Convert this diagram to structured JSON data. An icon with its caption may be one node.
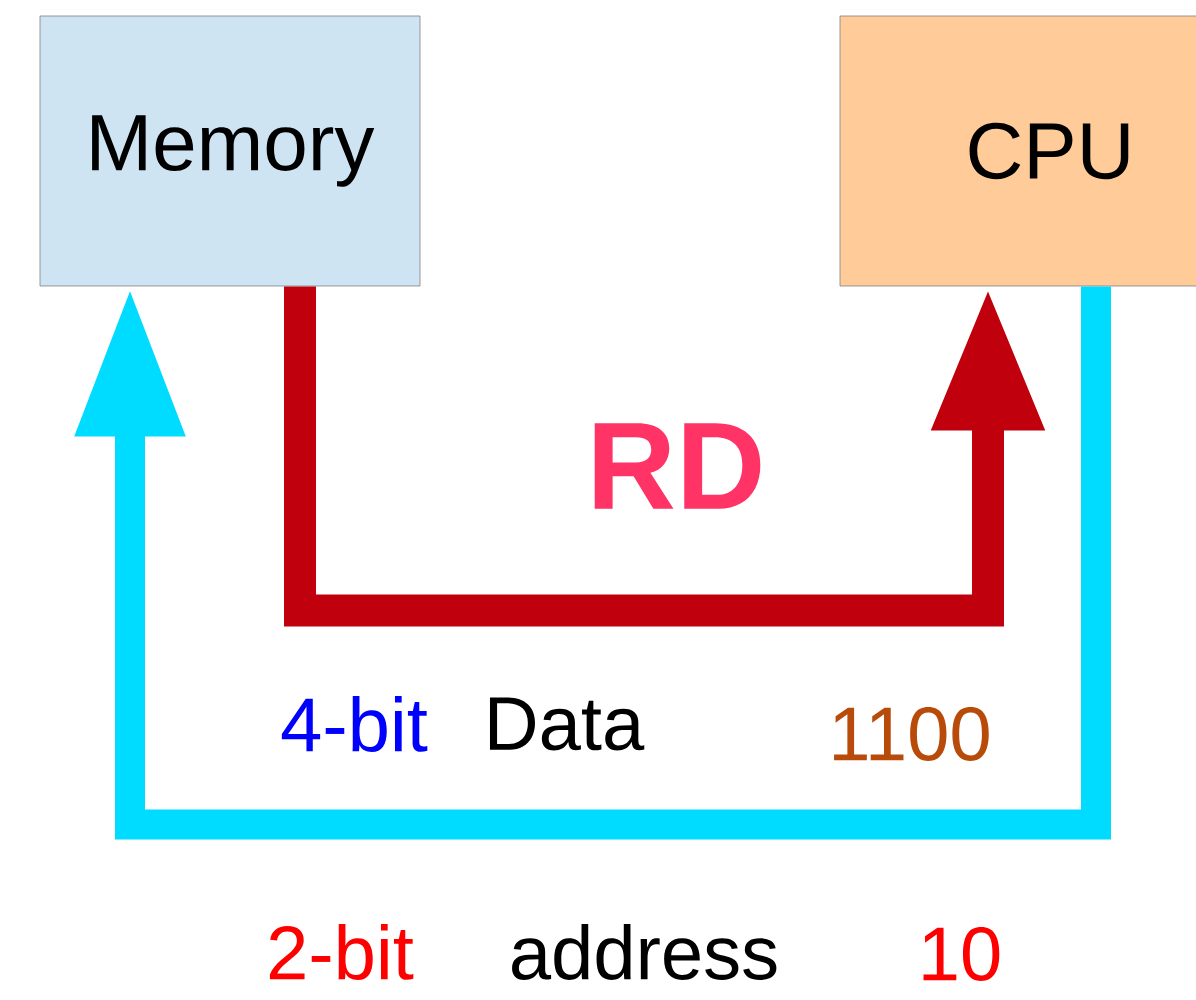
{
  "diagram": {
    "nodes": [
      {
        "text": [
          "Memory"
        ]
      },
      {
        "text": [
          "CPU"
        ]
      }
    ],
    "edges": [
      {
        "from": 0,
        "to": 1,
        "arrow": "to",
        "color": "#c0000c"
      },
      {
        "from": 1,
        "to": 0,
        "arrow": "to",
        "color": "#00dcff"
      }
    ],
    "labels": [
      "RD",
      "4-bit",
      "Data",
      "1100",
      "2-bit",
      "address",
      "10"
    ]
  }
}
